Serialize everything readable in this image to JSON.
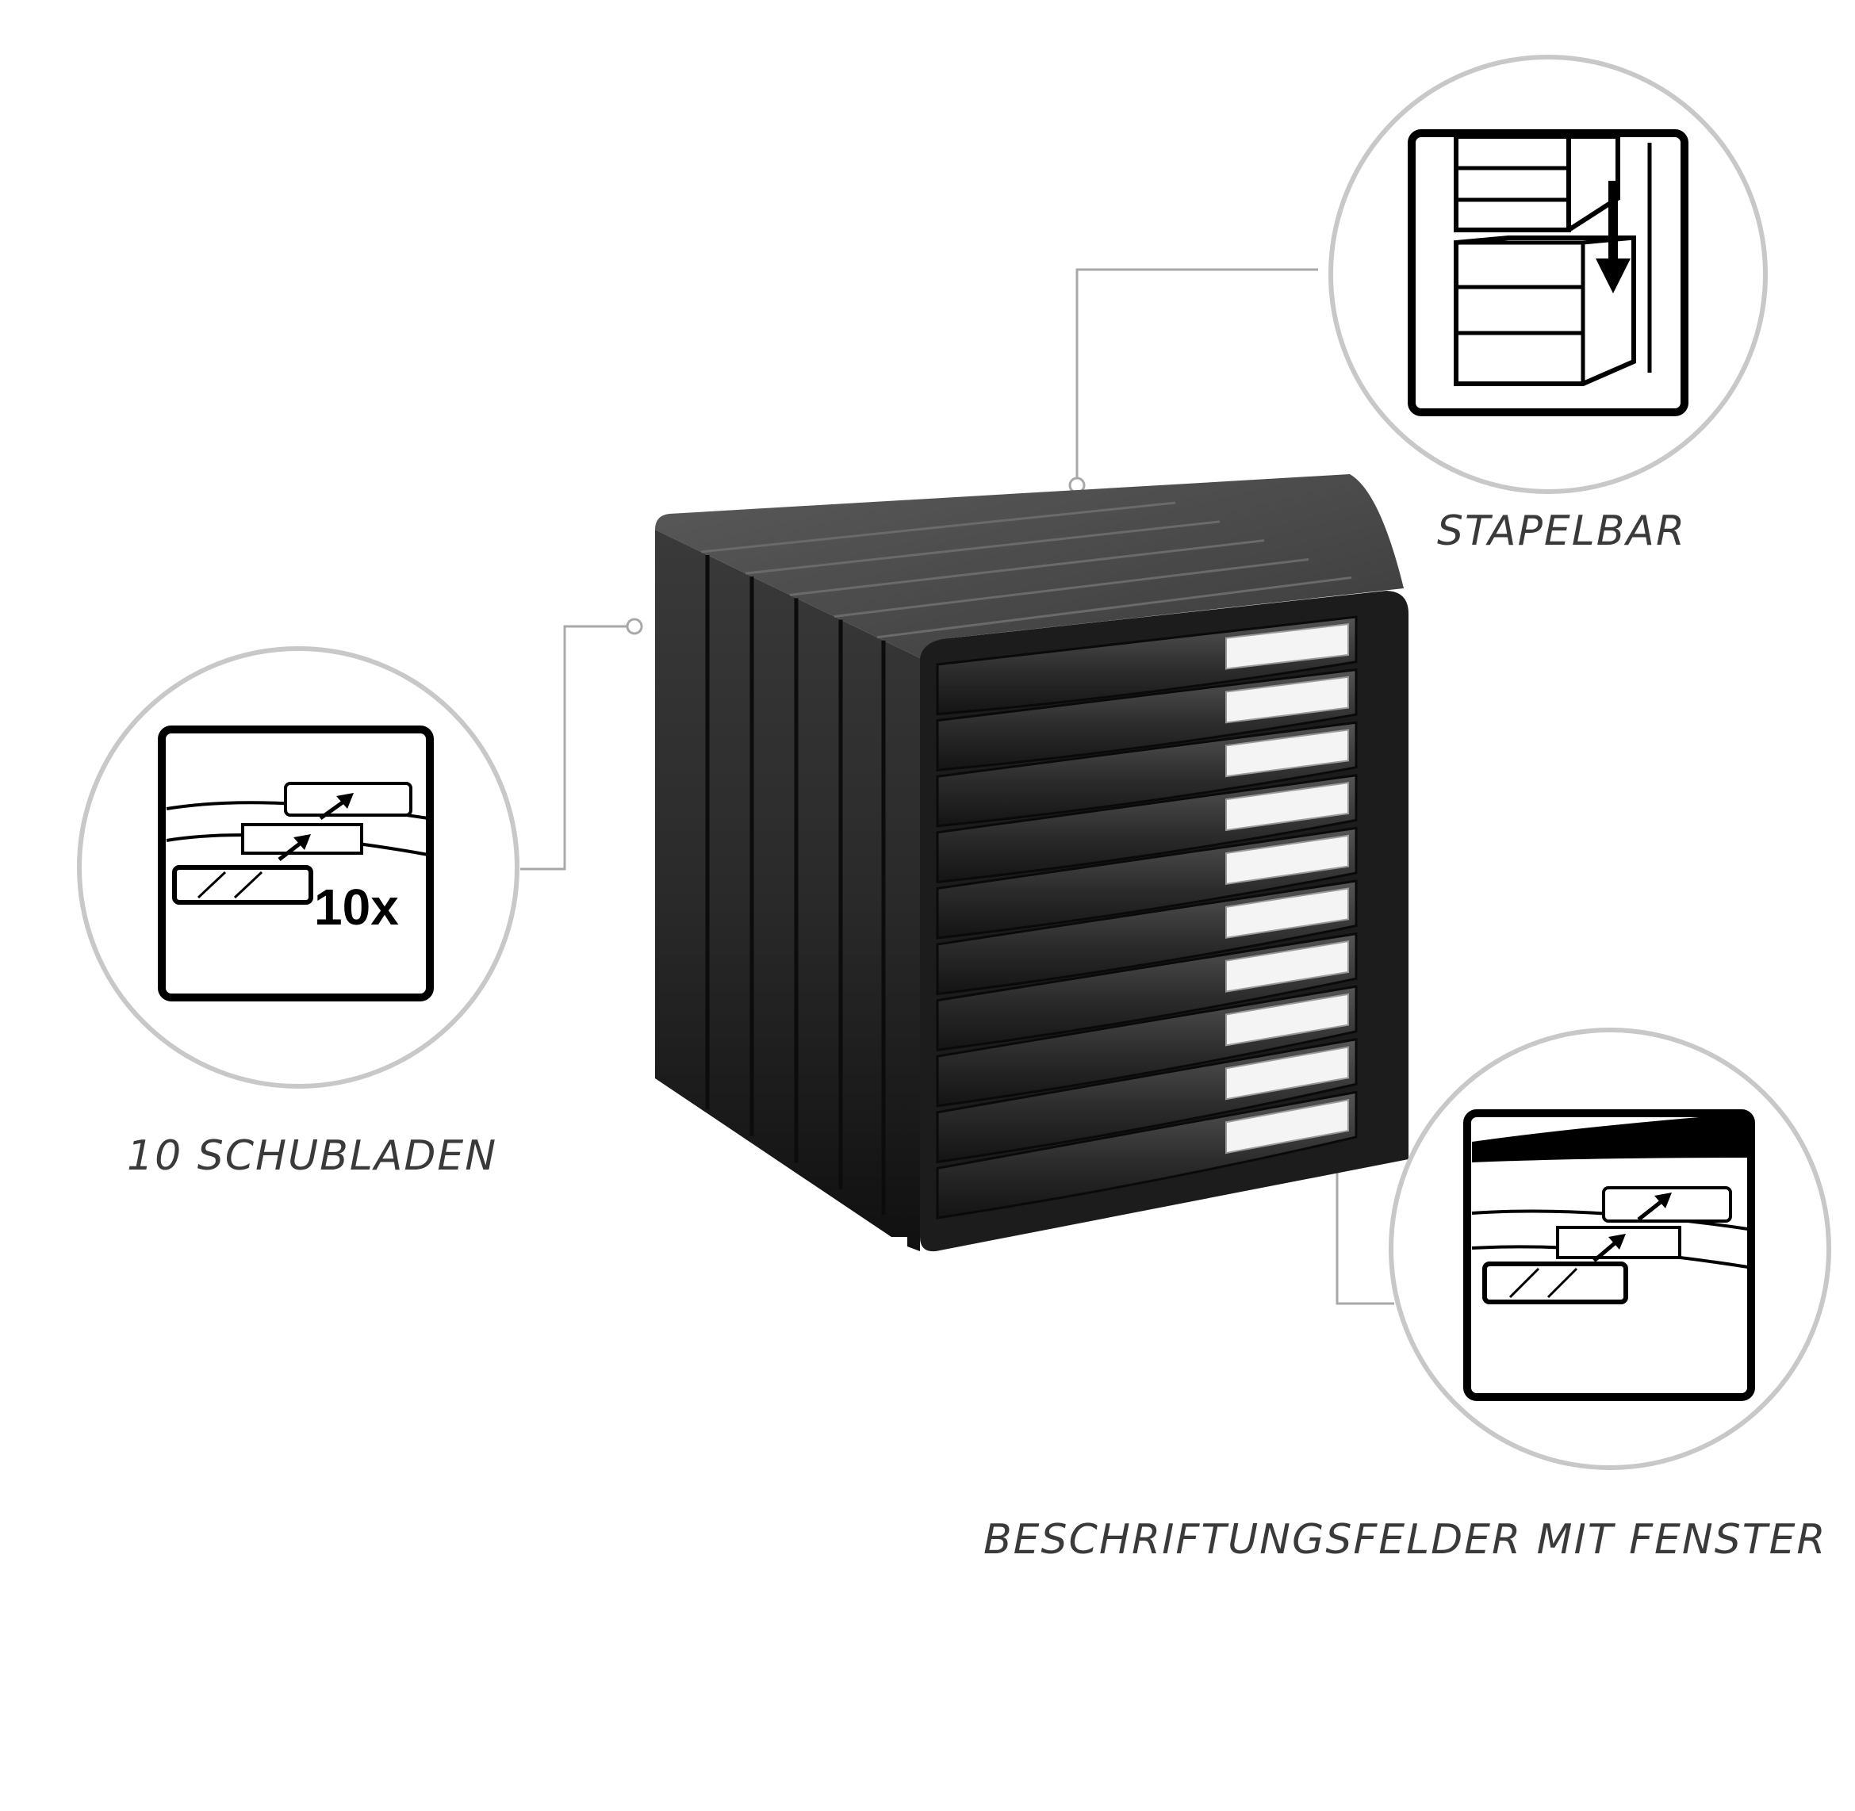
{
  "features": {
    "stackable": {
      "caption": "STAPELBAR"
    },
    "drawers": {
      "caption": "10 SCHUBLADEN",
      "badge": "10x",
      "drawer_count": 10
    },
    "label_fields": {
      "caption": "BESCHRIFTUNGSFELDER MIT FENSTER"
    }
  },
  "colors": {
    "cabinet_body": "#2a2a2a",
    "cabinet_dark": "#111111",
    "drawer_label": "#f4f4f4",
    "callout_ring": "#c8c8c8",
    "connector_line": "#a8a8a8",
    "caption_text": "#3a3a3a",
    "icon_stroke": "#000000"
  }
}
